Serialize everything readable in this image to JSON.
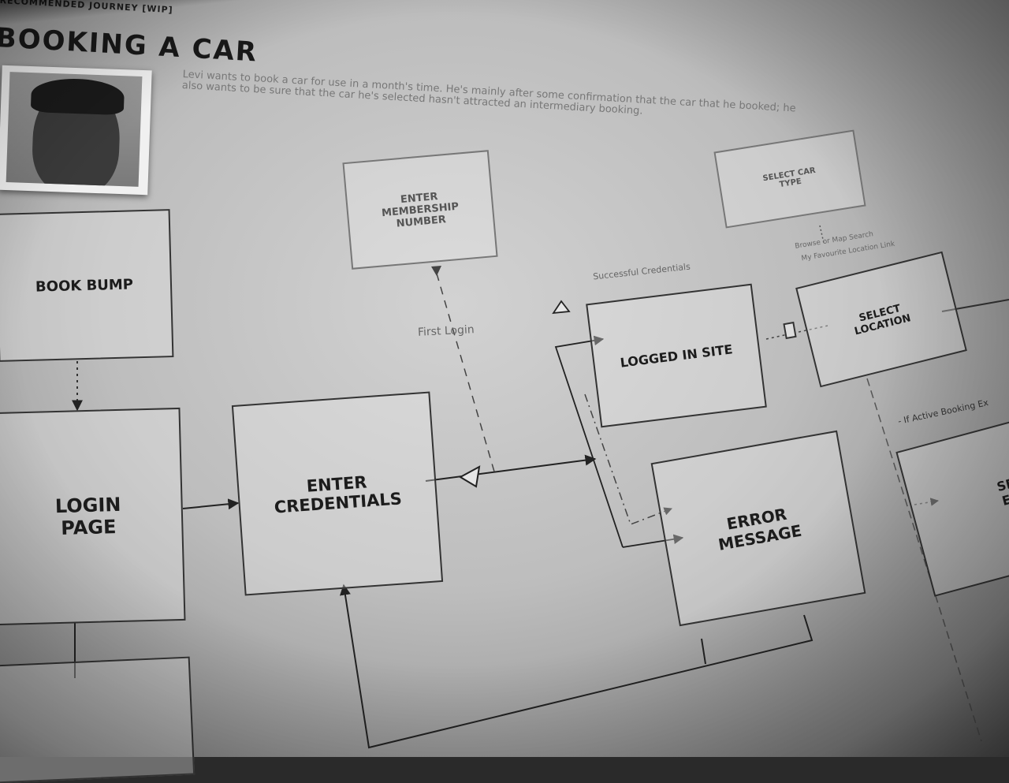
{
  "header": {
    "label": "RECOMMENDED JOURNEY [WIP]",
    "title": "BOOKING A CAR"
  },
  "persona": {
    "description": "Levi wants to book a car for use in a month's time. He's mainly after some confirmation that the car that he booked; he also wants to be sure that the car he's selected hasn't attracted an intermediary booking."
  },
  "boxes": {
    "book_bump": "BOOK BUMP",
    "login_page": "LOGIN\nPAGE",
    "enter_credentials": "ENTER\nCREDENTIALS",
    "enter_membership": "ENTER\nMEMBERSHIP\nNUMBER",
    "logged_in_site": "LOGGED IN SITE",
    "error_message": "ERROR\nMESSAGE",
    "select_car_type": "SELECT CAR\nTYPE",
    "select_location": "SELECT\nLOCATION",
    "select_existing": "SELEC\nEXIST\nBO"
  },
  "annotations": {
    "first_login": "First Login",
    "successful_credentials": "Successful Credentials",
    "browse_note_1": "Browse or Map Search",
    "browse_note_2": "My Favourite Location Link",
    "active_booking": "- If Active Booking Ex"
  },
  "colors": {
    "ink": "#1c1c1c",
    "paper": "#c8c8c8",
    "faint_ink": "#777777"
  }
}
